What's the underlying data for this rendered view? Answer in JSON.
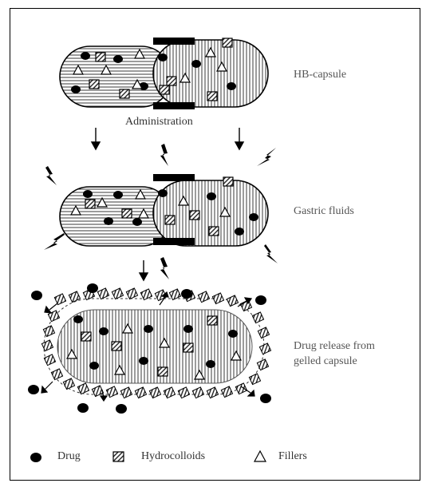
{
  "stages": [
    {
      "id": "stage-1",
      "label": "HB-capsule"
    },
    {
      "id": "stage-2",
      "label": "Gastric fluids"
    },
    {
      "id": "stage-3",
      "label_lines": [
        "Drug release from",
        "gelled capsule"
      ]
    }
  ],
  "step_label": "Administration",
  "legend": {
    "drug": "Drug",
    "hydrocolloids": "Hydrocolloids",
    "fillers": "Fillers"
  }
}
